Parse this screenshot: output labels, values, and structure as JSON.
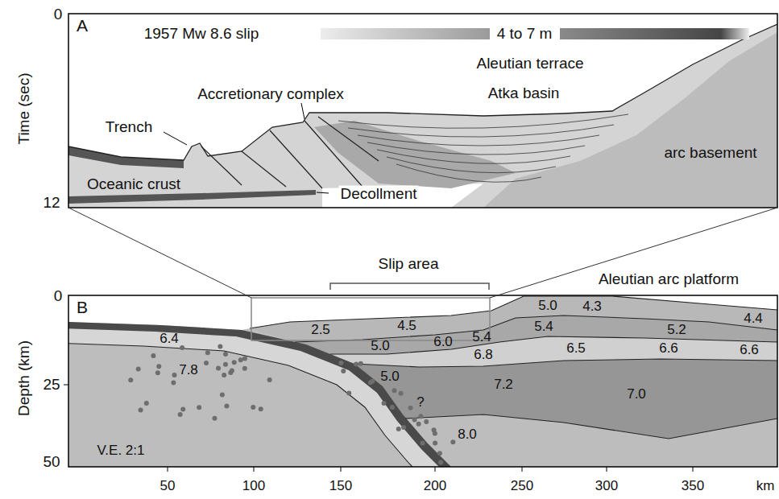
{
  "diagram": {
    "labels": [
      "Time (sec)",
      "0",
      "12",
      "A",
      "1957 Mw 8.6 slip",
      "4 to 7 m",
      "Aleutian terrace",
      "Atka basin",
      "Accretionary complex",
      "Trench",
      "arc basement",
      "Oceanic crust",
      "Decollment",
      "Slip area",
      "Aleutian arc platform",
      "0",
      "B",
      "Depth (km)",
      "25",
      "50",
      "5.0",
      "4.3",
      "4.4",
      "2.5",
      "4.5",
      "5.4",
      "5.2",
      "5.0",
      "6.0",
      "5.4",
      "6.4",
      "6.8",
      "6.5",
      "6.6",
      "6.6",
      "5.0",
      "7.8",
      "7.2",
      "7.0",
      "?",
      "8.0",
      "V.E. 2:1",
      "50",
      "100",
      "150",
      "200",
      "250",
      "300",
      "350",
      "km"
    ]
  }
}
